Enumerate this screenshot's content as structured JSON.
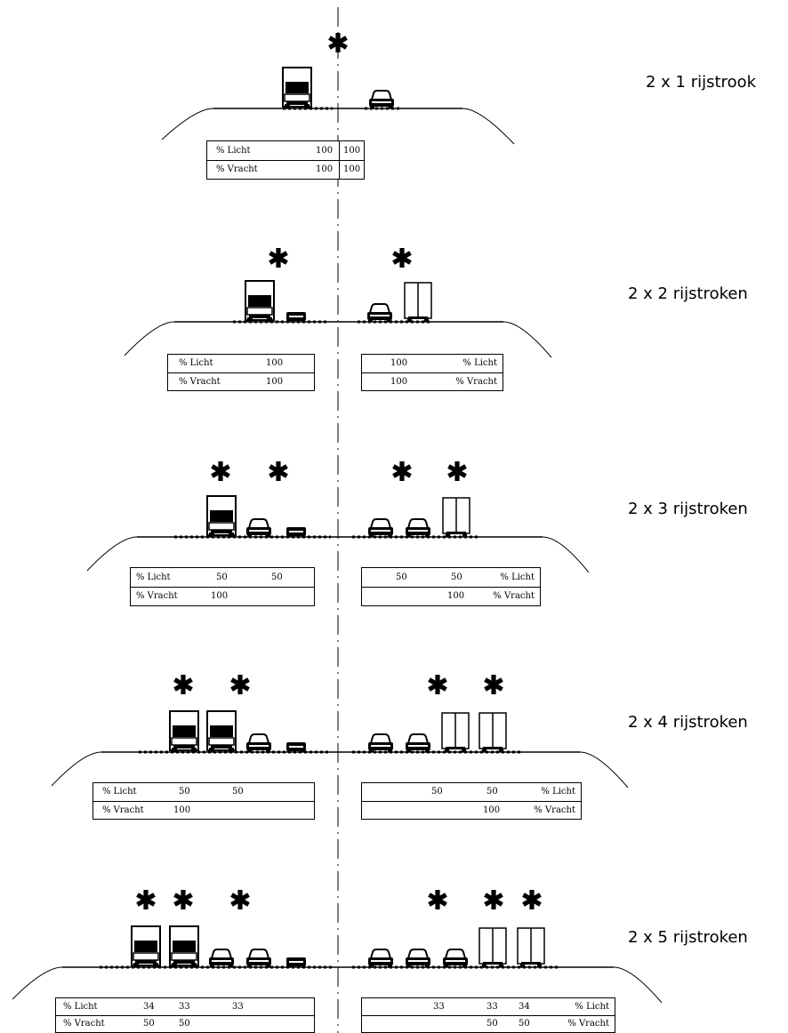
{
  "sections": [
    {
      "title": "2 x 1 rijstrook",
      "left": {
        "licht_label": "% Licht",
        "vracht_label": "% Vracht",
        "licht": [
          "100"
        ],
        "vracht": [
          "100"
        ]
      },
      "right": {
        "licht": [
          "100"
        ],
        "vracht": [
          "100"
        ]
      }
    },
    {
      "title": "2 x 2 rijstroken",
      "left": {
        "licht_label": "% Licht",
        "vracht_label": "% Vracht",
        "licht": [
          "100"
        ],
        "vracht": [
          "100"
        ]
      },
      "right": {
        "licht_label": "% Licht",
        "vracht_label": "% Vracht",
        "licht": [
          "100"
        ],
        "vracht": [
          "100"
        ]
      }
    },
    {
      "title": "2 x 3 rijstroken",
      "left": {
        "licht_label": "% Licht",
        "vracht_label": "% Vracht",
        "licht": [
          "50",
          "50"
        ],
        "vracht": [
          "100"
        ]
      },
      "right": {
        "licht_label": "% Licht",
        "vracht_label": "% Vracht",
        "licht": [
          "50",
          "50"
        ],
        "vracht": [
          "100"
        ]
      }
    },
    {
      "title": "2 x 4 rijstroken",
      "left": {
        "licht_label": "% Licht",
        "vracht_label": "% Vracht",
        "licht": [
          "50",
          "50"
        ],
        "vracht": [
          "100"
        ]
      },
      "right": {
        "licht_label": "% Licht",
        "vracht_label": "% Vracht",
        "licht": [
          "50",
          "50"
        ],
        "vracht": [
          "100"
        ]
      }
    },
    {
      "title": "2 x 5 rijstroken",
      "left": {
        "licht_label": "% Licht",
        "vracht_label": "% Vracht",
        "licht": [
          "34",
          "33",
          "33"
        ],
        "vracht": [
          "50",
          "50"
        ]
      },
      "right": {
        "licht_label": "% Licht",
        "vracht_label": "% Vracht",
        "licht": [
          "33",
          "33",
          "34"
        ],
        "vracht": [
          "50",
          "50"
        ]
      }
    }
  ],
  "colors": {
    "line": "#000000",
    "background": "#ffffff"
  },
  "icons": [
    "star-icon",
    "truck-icon",
    "car-icon",
    "van-icon"
  ]
}
